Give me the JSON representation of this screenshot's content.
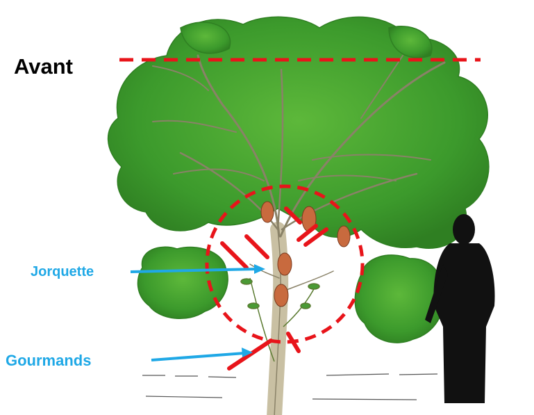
{
  "labels": {
    "before": "Avant",
    "fork": "Jorquette",
    "suckers": "Gourmands"
  },
  "colors": {
    "label_text": "#000000",
    "annotation_blue": "#1fa8e6",
    "pruning_red": "#e8141a",
    "foliage": "#3c9a2c",
    "foliage_light": "#5db83a",
    "trunk": "#c9c0a3",
    "pod": "#c86a3e",
    "silhouette": "#111111"
  }
}
